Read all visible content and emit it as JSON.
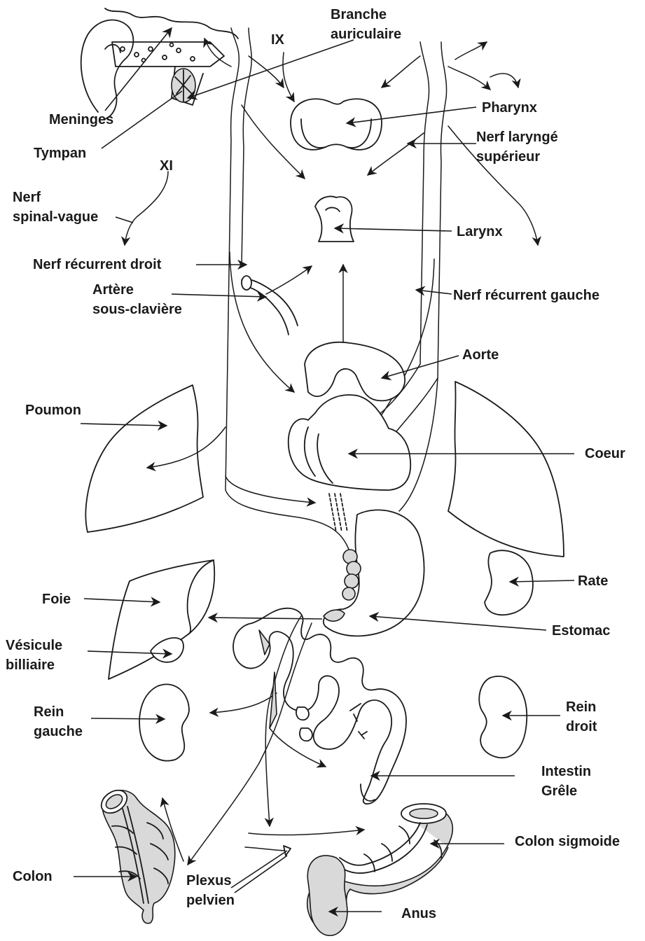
{
  "diagram": {
    "labels": {
      "branche_auriculaire": [
        "Branche",
        "auriculaire"
      ],
      "ix": "IX",
      "meninges": "Meninges",
      "tympan": "Tympan",
      "pharynx": "Pharynx",
      "nerf_larynge_superieur": [
        "Nerf laryngé",
        "supérieur"
      ],
      "xi": "XI",
      "nerf_spinal_vague": [
        "Nerf",
        "spinal-vague"
      ],
      "larynx": "Larynx",
      "nerf_recurrent_droit": "Nerf récurrent droit",
      "artere_sous_claviere": [
        "Artère",
        "sous-clavière"
      ],
      "nerf_recurrent_gauche": "Nerf récurrent gauche",
      "aorte": "Aorte",
      "poumon": "Poumon",
      "coeur": "Coeur",
      "rate": "Rate",
      "foie": "Foie",
      "estomac": "Estomac",
      "vesicule_billiaire": [
        "Vésicule",
        "billiaire"
      ],
      "rein_gauche": [
        "Rein",
        "gauche"
      ],
      "rein_droit": [
        "Rein",
        "droit"
      ],
      "intestin_grele": [
        "Intestin",
        "Grêle"
      ],
      "colon_sigmoide": "Colon sigmoide",
      "colon": "Colon",
      "plexus_pelvien": [
        "Plexus",
        "pelvien"
      ],
      "anus": "Anus"
    },
    "colors": {
      "line": "#1a1a1a",
      "organ_fill": "#ffffff",
      "colon_fill": "#d9d9d9"
    }
  }
}
